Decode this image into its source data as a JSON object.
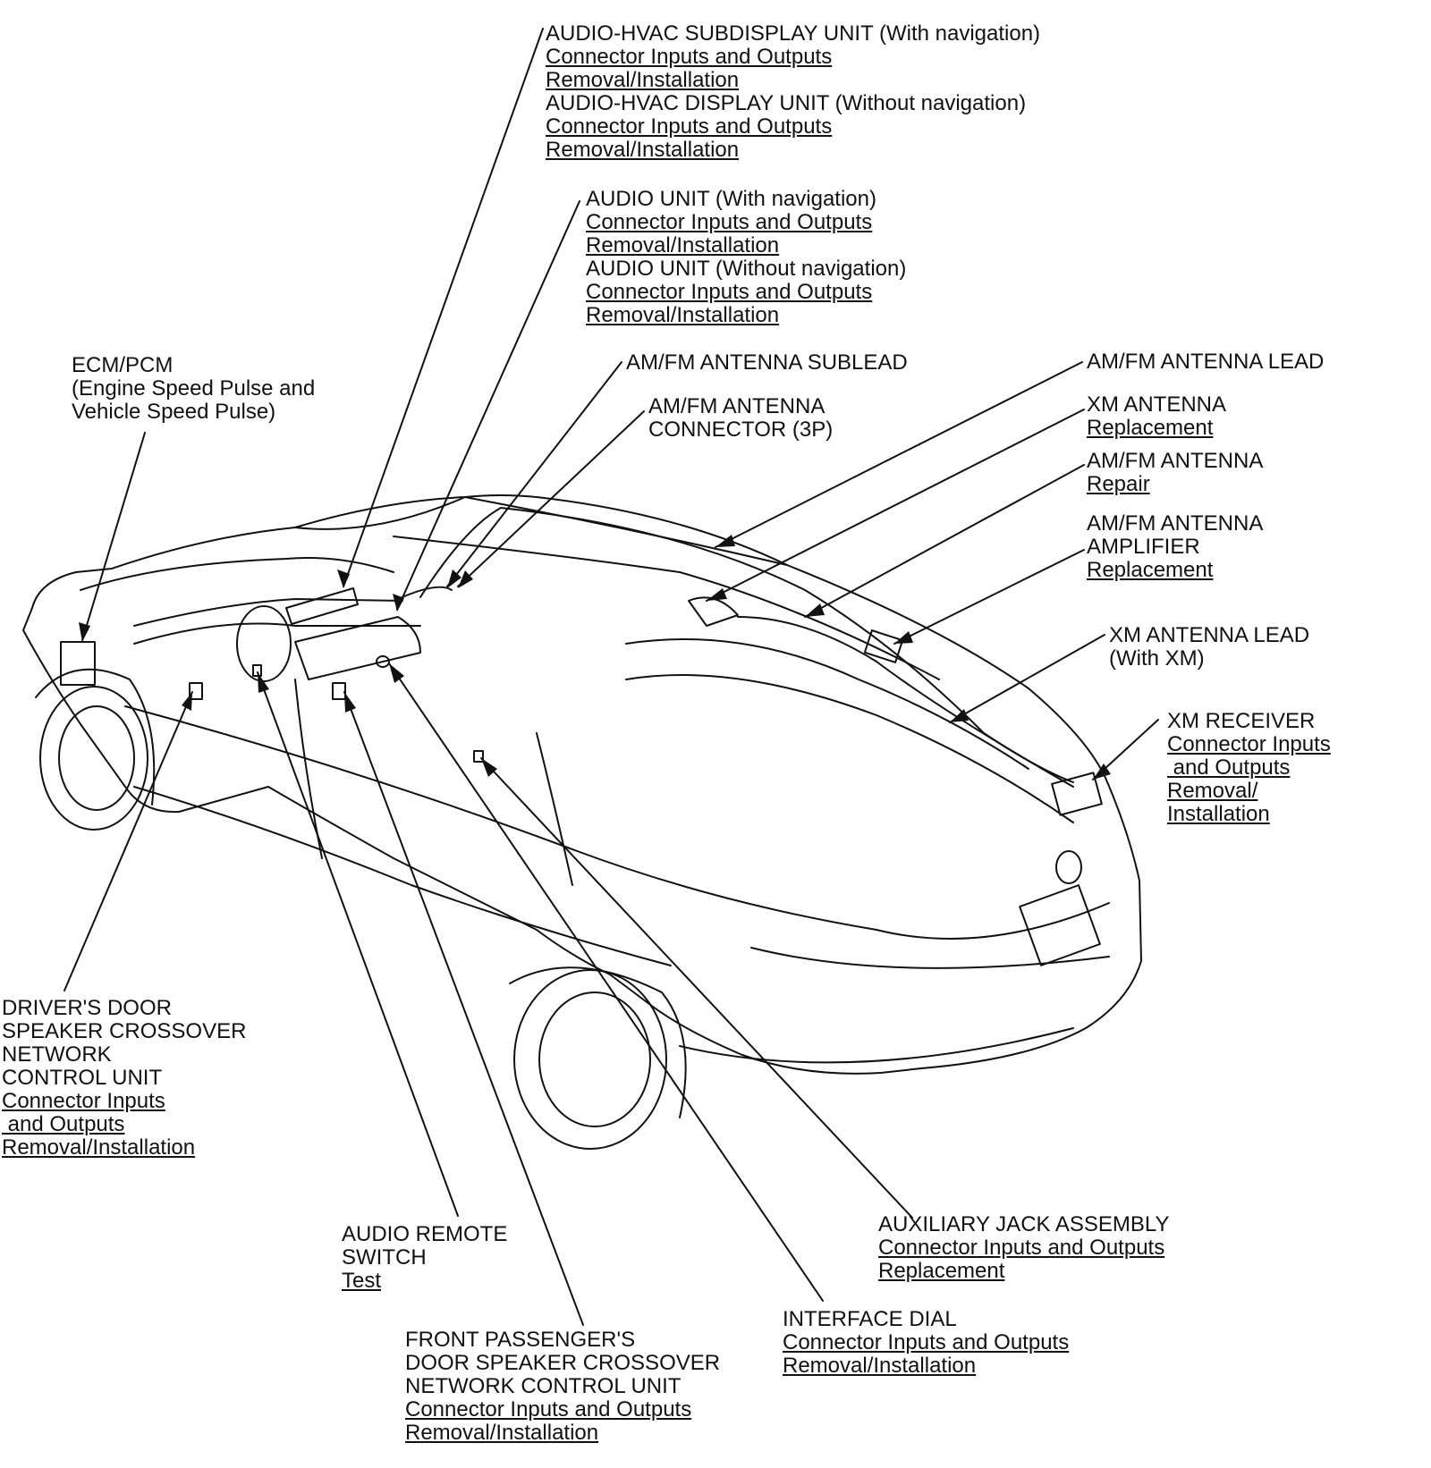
{
  "colors": {
    "line": "#111111",
    "background": "#ffffff"
  },
  "labels": {
    "subdisplay": {
      "name1": "AUDIO-HVAC SUBDISPLAY UNIT (With navigation)",
      "link1a": "Connector Inputs and Outputs",
      "link1b": "Removal/Installation",
      "name2": "AUDIO-HVAC DISPLAY UNIT (Without navigation)",
      "link2a": "Connector Inputs and Outputs",
      "link2b": "Removal/Installation"
    },
    "audio_unit": {
      "name1": "AUDIO UNIT (With navigation)",
      "link1a": "Connector Inputs and Outputs",
      "link1b": "Removal/Installation",
      "name2": "AUDIO UNIT (Without navigation)",
      "link2a": "Connector Inputs and Outputs",
      "link2b": "Removal/Installation"
    },
    "ecm": {
      "line1": "ECM/PCM",
      "line2": "(Engine Speed Pulse and",
      "line3": "Vehicle Speed Pulse)"
    },
    "sublead": {
      "name": "AM/FM ANTENNA SUBLEAD"
    },
    "antenna_connector": {
      "line1": "AM/FM ANTENNA",
      "line2": "CONNECTOR (3P)"
    },
    "antenna_lead": {
      "name": "AM/FM ANTENNA LEAD"
    },
    "xm_antenna": {
      "name": "XM ANTENNA",
      "link": "Replacement"
    },
    "amfm_antenna": {
      "name": "AM/FM ANTENNA",
      "link": "Repair"
    },
    "amplifier": {
      "line1": "AM/FM ANTENNA",
      "line2": "AMPLIFIER",
      "link": "Replacement"
    },
    "xm_lead": {
      "line1": "XM ANTENNA LEAD",
      "line2": "(With XM)"
    },
    "xm_receiver": {
      "name": "XM RECEIVER",
      "link1": "Connector Inputs",
      "link2": " and Outputs",
      "link3": "Removal/",
      "link4": "Installation"
    },
    "driver_door": {
      "line1": "DRIVER'S DOOR",
      "line2": "SPEAKER CROSSOVER",
      "line3": "NETWORK",
      "line4": "CONTROL UNIT",
      "link1": "Connector Inputs",
      "link2": " and Outputs",
      "link3": "Removal/Installation"
    },
    "remote_switch": {
      "line1": "AUDIO REMOTE",
      "line2": "SWITCH",
      "link": "Test"
    },
    "passenger_door": {
      "line1": "FRONT PASSENGER'S",
      "line2": "DOOR SPEAKER CROSSOVER",
      "line3": "NETWORK CONTROL UNIT",
      "link1": "Connector Inputs and Outputs",
      "link2": "Removal/Installation"
    },
    "interface_dial": {
      "name": "INTERFACE DIAL",
      "link1": "Connector Inputs and Outputs",
      "link2": "Removal/Installation"
    },
    "aux_jack": {
      "name": "AUXILIARY JACK ASSEMBLY",
      "link1": "Connector Inputs and Outputs",
      "link2": "Replacement"
    }
  }
}
